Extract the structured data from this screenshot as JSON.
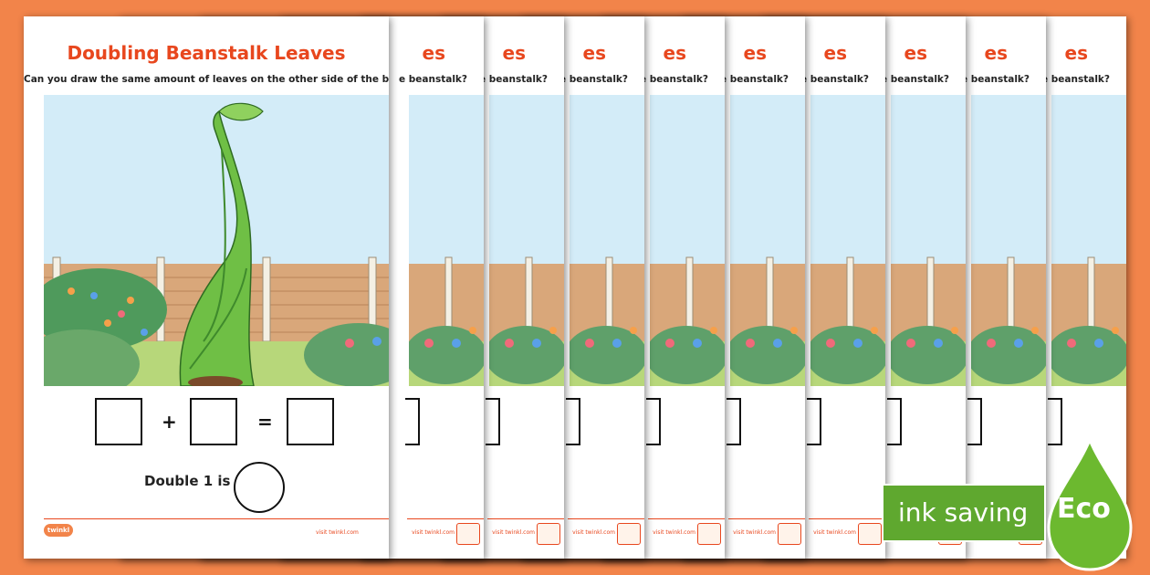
{
  "worksheet": {
    "title": "Doubling Beanstalk Leaves",
    "instruction": "Can you draw the same amount of leaves on the other side of the beanstalk?",
    "plus_sign": "+",
    "equals_sign": "=",
    "double_label": "Double 1 is",
    "footer_url": "visit twinkl.com",
    "logo_text": "twinkl"
  },
  "back_sheets": {
    "title_fragment": "es",
    "instruction_fragment": "e beanstalk?"
  },
  "eco_badge": {
    "label": "ink saving",
    "tag": "Eco"
  },
  "colors": {
    "background": "#f2844a",
    "title": "#e8471e",
    "sky": "#d3ecf8",
    "beanstalk": "#6fbf45",
    "eco_green": "#5fa82f"
  }
}
